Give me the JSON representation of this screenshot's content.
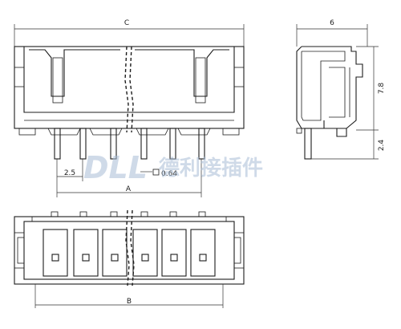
{
  "drawing": {
    "front_view": {
      "width_label": "C",
      "pitch_label": "2.5",
      "pin_size_label": "0.64",
      "span_label": "A"
    },
    "side_view": {
      "depth_label": "6",
      "height_label": "7.8",
      "pin_length_label": "2.4"
    },
    "bottom_view": {
      "width_label": "B"
    },
    "watermark": {
      "brand": "DLL",
      "cn_text": "德利接插件"
    }
  }
}
